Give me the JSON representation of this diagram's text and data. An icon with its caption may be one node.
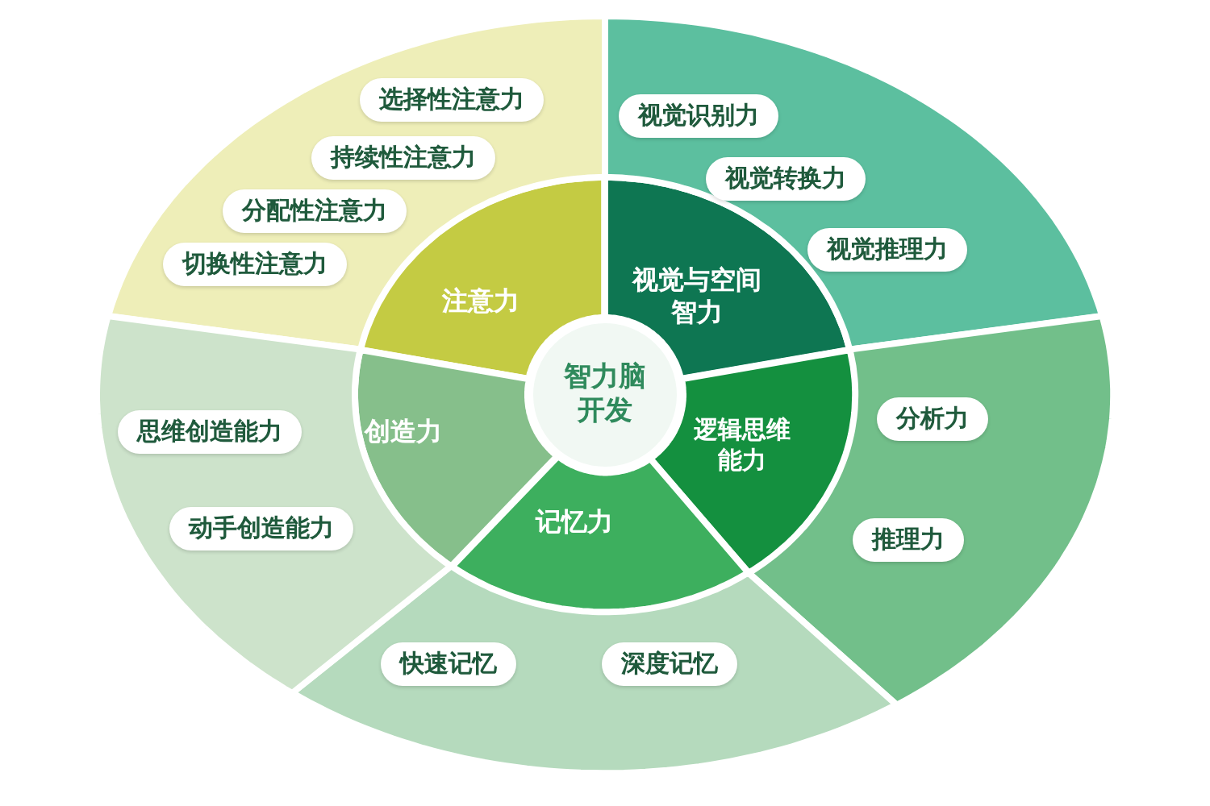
{
  "diagram": {
    "nodes": [
      {
        "text": [
          "智力脑开发"
        ]
      },
      {
        "text": [
          "注意力"
        ]
      },
      {
        "text": [
          "视觉与空间智力"
        ]
      },
      {
        "text": [
          "逻辑思维能力"
        ]
      },
      {
        "text": [
          "记忆力"
        ]
      },
      {
        "text": [
          "创造力"
        ]
      },
      {
        "text": [],
        "shape": "band"
      },
      {
        "text": [
          "选择性注意力"
        ],
        "in": 6
      },
      {
        "text": [
          "持续性注意力"
        ],
        "in": 6
      },
      {
        "text": [
          "分配性注意力"
        ],
        "in": 6
      },
      {
        "text": [
          "切换性注意力"
        ],
        "in": 6
      },
      {
        "text": [],
        "shape": "band"
      },
      {
        "text": [
          "视觉识别力"
        ],
        "in": 11
      },
      {
        "text": [
          "视觉转换力"
        ],
        "in": 11
      },
      {
        "text": [
          "视觉推理力"
        ],
        "in": 11
      },
      {
        "text": [],
        "shape": "band"
      },
      {
        "text": [
          "分析力"
        ],
        "in": 15
      },
      {
        "text": [
          "推理力"
        ],
        "in": 15
      },
      {
        "text": [],
        "shape": "band"
      },
      {
        "text": [
          "快速记忆"
        ],
        "in": 18
      },
      {
        "text": [
          "深度记忆"
        ],
        "in": 18
      },
      {
        "text": [],
        "shape": "band"
      },
      {
        "text": [
          "思维创造能力"
        ],
        "in": 21
      },
      {
        "text": [
          "动手创造能力"
        ],
        "in": 21
      }
    ]
  }
}
